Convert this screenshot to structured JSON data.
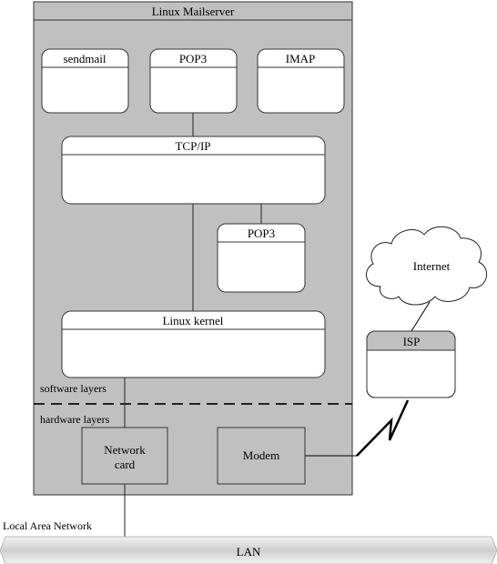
{
  "server": {
    "title": "Linux Mailserver"
  },
  "apps": {
    "sendmail": "sendmail",
    "pop3_top": "POP3",
    "imap": "IMAP"
  },
  "stack": {
    "tcpip": "TCP/IP",
    "pop3_mid": "POP3",
    "kernel": "Linux kernel"
  },
  "layers": {
    "software": "software layers",
    "hardware": "hardware layers"
  },
  "hardware": {
    "network_card_line1": "Network",
    "network_card_line2": "card",
    "modem": "Modem"
  },
  "external": {
    "internet": "Internet",
    "isp": "ISP",
    "local_area_network": "Local Area Network",
    "lan": "LAN"
  },
  "colors": {
    "server_fill": "#c0c0c0",
    "box_fill": "#ffffff",
    "lan_fill": "#d8d8d8"
  }
}
